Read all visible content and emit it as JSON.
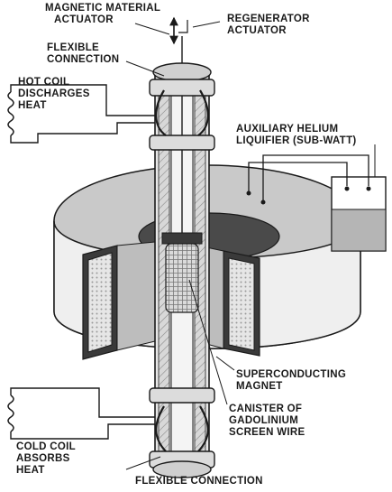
{
  "labels": {
    "magnetic_actuator": [
      "MAGNETIC MATERIAL",
      "ACTUATOR"
    ],
    "regenerator_actuator": [
      "REGENERATOR",
      "ACTUATOR"
    ],
    "flexible_connection_top": [
      "FLEXIBLE",
      "CONNECTION"
    ],
    "hot_coil": [
      "HOT COIL",
      "DISCHARGES",
      "HEAT"
    ],
    "auxiliary_liquifier": [
      "AUXILIARY HELIUM",
      "LIQUIFIER (SUB-WATT)"
    ],
    "superconducting_magnet": [
      "SUPERCONDUCTING",
      "MAGNET"
    ],
    "canister": [
      "CANISTER OF",
      "GADOLINIUM",
      "SCREEN WIRE"
    ],
    "cold_coil": [
      "COLD COIL",
      "ABSORBS",
      "HEAT"
    ],
    "flexible_connection_bottom": [
      "FLEXIBLE CONNECTION"
    ]
  }
}
